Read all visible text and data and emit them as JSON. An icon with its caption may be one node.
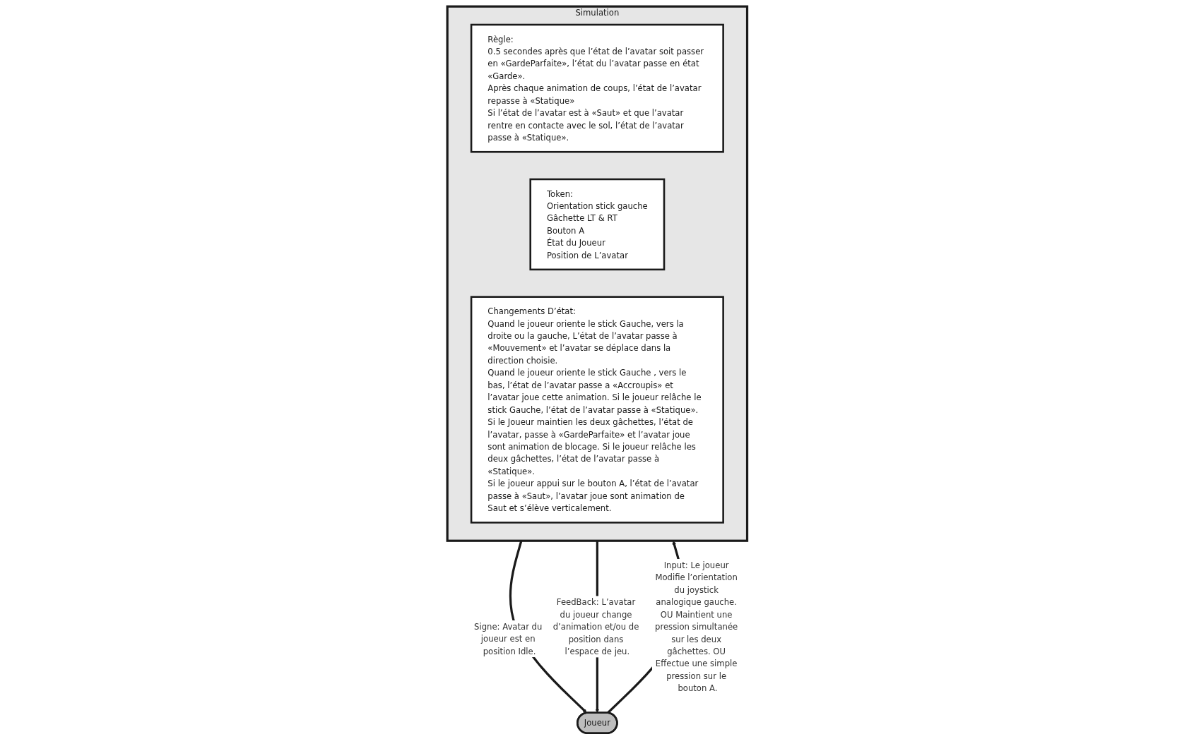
{
  "diagram": {
    "nodes": [
      {
        "text": [
          "Joueur"
        ]
      },
      {
        "text": [
          "Simulation"
        ]
      },
      {
        "text": [
          "Règle:",
          "0.5 secondes après que l’état de l’avatar soit passer en «GardeParfaite», l’état du l’avatar passe en état «Garde».",
          "Après chaque animation de coups, l’état de l’avatar repasse à «Statique»",
          "Si l’état de l’avatar est à «Saut» et que l’avatar rentre en contacte avec le sol, l’état de l’avatar passe à «Statique»."
        ],
        "in": 1
      },
      {
        "text": [
          "Token:",
          "Orientation stick gauche",
          "Gâchette LT & RT",
          "Bouton A",
          "État du Joueur",
          "Position de L’avatar"
        ],
        "in": 1
      },
      {
        "text": [
          "Changements D’état:",
          "Quand le joueur oriente le stick Gauche, vers la droite ou la gauche, L’état de l’avatar passe à «Mouvement» et l’avatar se déplace dans la direction choisie.",
          "Quand le joueur oriente le stick Gauche , vers le bas, l’état de l’avatar passe a «Accroupis» et l’avatar joue cette animation. Si le joueur relâche le stick Gauche, l’état de l’avatar passe à «Statique».",
          "Si le Joueur maintien les deux gâchettes, l’état de l’avatar, passe à «GardeParfaite» et l’avatar joue sont animation de blocage. Si le joueur relâche les deux gâchettes, l’état de l’avatar passe à «Statique».",
          "Si le joueur appui sur le bouton A, l’état de l’avatar passe à «Saut», l’avatar joue sont animation de Saut et s’élève verticalement."
        ],
        "in": 1
      }
    ],
    "edges": [
      {
        "from": 1,
        "to": 0,
        "arrow": "to",
        "label": "Signe: Avatar du joueur est en position Idle."
      },
      {
        "from": 0,
        "to": 1,
        "arrow": "to",
        "label": "Input: Le joueur Modifie l’orientation du joystick analogique gauche. OU Maintient une pression simultanée sur les deux gâchettes. OU Effectue une simple pression sur le bouton A."
      },
      {
        "from": 1,
        "to": 0,
        "arrow": "to",
        "label": "FeedBack: L’avatar du joueur change d’animation et/ou de position dans l’espace de jeu."
      }
    ]
  }
}
